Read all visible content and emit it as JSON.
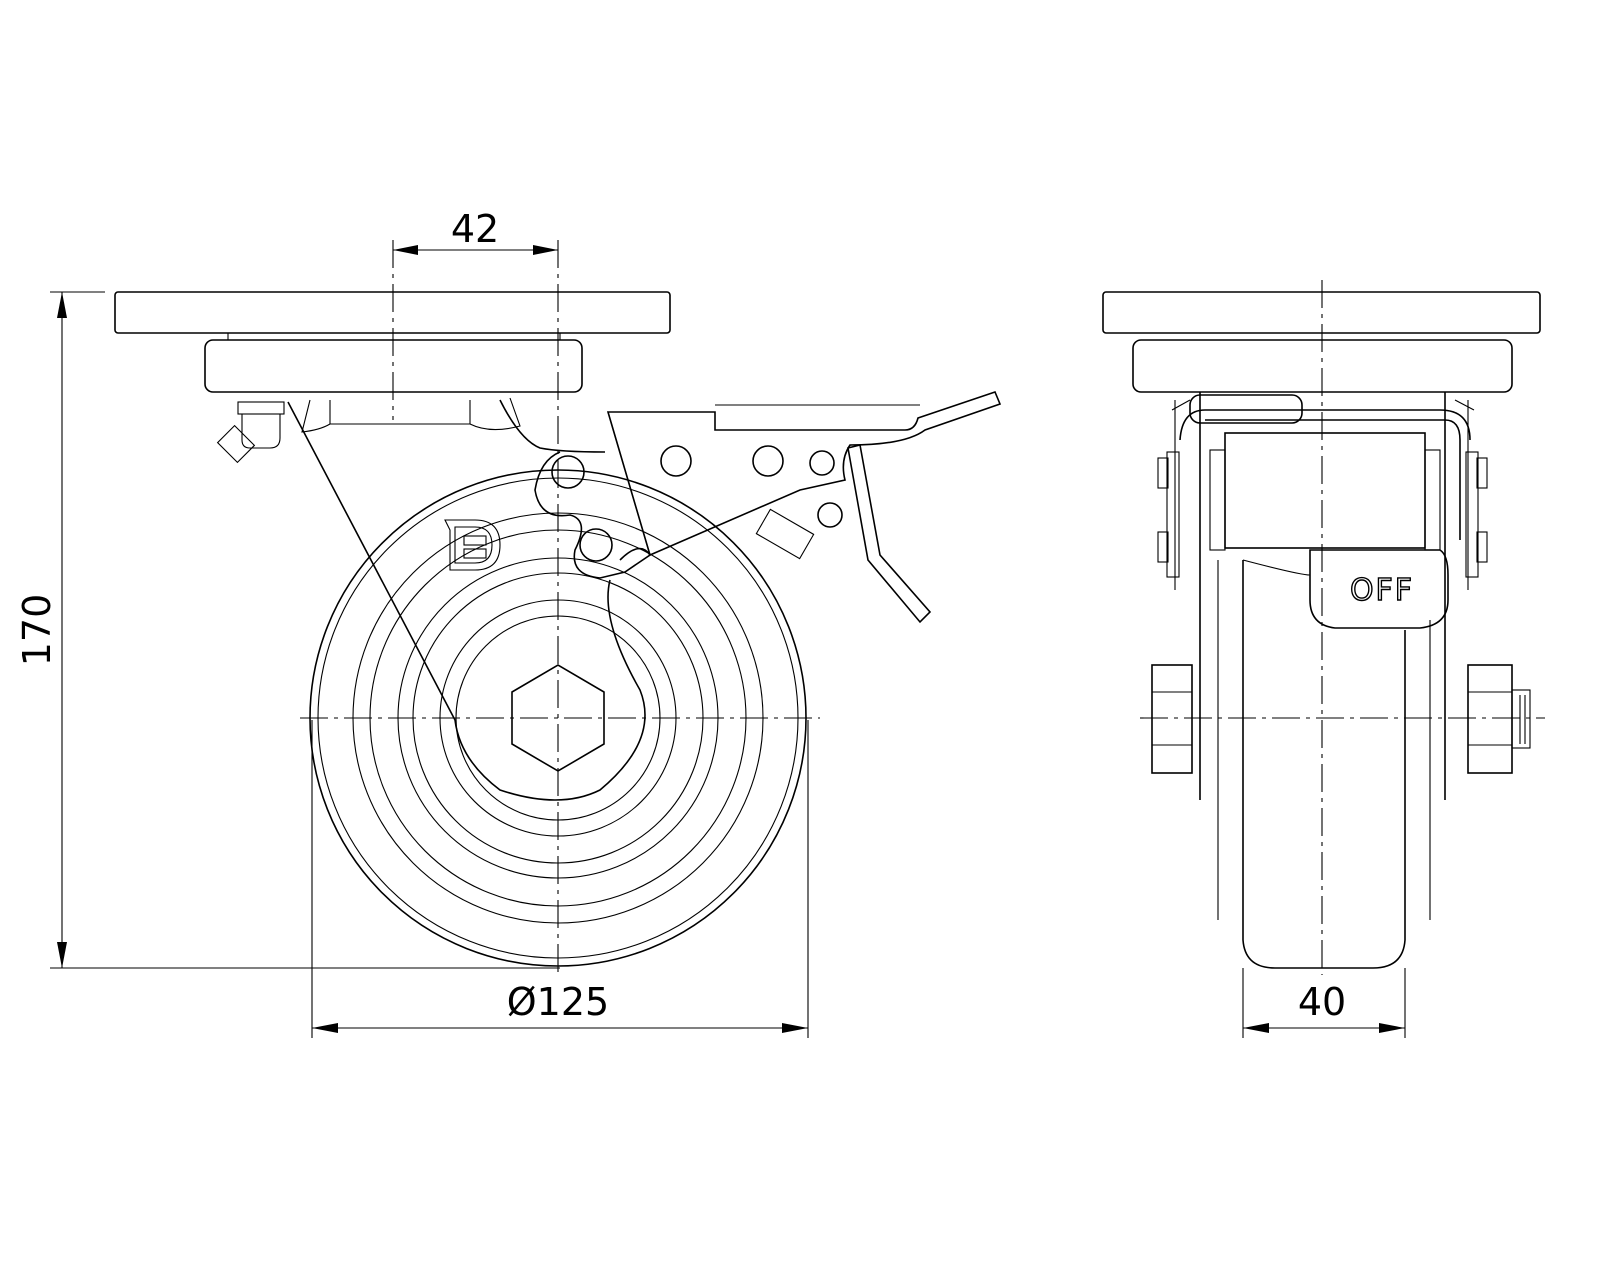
{
  "title": "Swivel castor with total brake - dimension drawing",
  "dimensions": {
    "offset": "42",
    "height": "170",
    "wheel_diameter": "Ø125",
    "wheel_width": "40"
  },
  "brake_label": "OFF",
  "logo_text": "D"
}
